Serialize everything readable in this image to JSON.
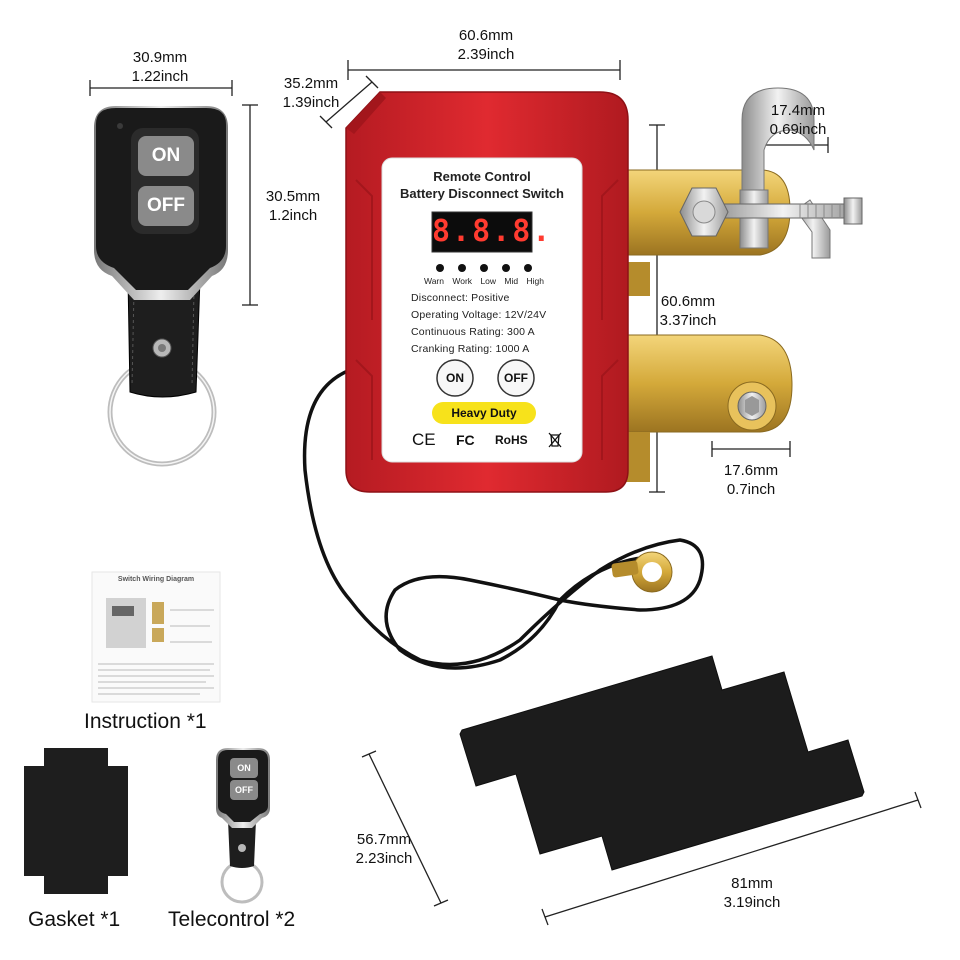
{
  "dimensions": {
    "remote_width": {
      "mm": "30.9mm",
      "inch": "1.22inch"
    },
    "remote_height": {
      "mm": "30.5mm",
      "inch": "1.2inch"
    },
    "switch_width": {
      "mm": "60.6mm",
      "inch": "2.39inch"
    },
    "switch_depth": {
      "mm": "35.2mm",
      "inch": "1.39inch"
    },
    "clamp_width": {
      "mm": "17.4mm",
      "inch": "0.69inch"
    },
    "switch_height": {
      "mm": "60.6mm",
      "inch": "3.37inch"
    },
    "terminal_width": {
      "mm": "17.6mm",
      "inch": "0.7inch"
    },
    "gasket_height": {
      "mm": "56.7mm",
      "inch": "2.23inch"
    },
    "gasket_width": {
      "mm": "81mm",
      "inch": "3.19inch"
    }
  },
  "remote": {
    "on_label": "ON",
    "off_label": "OFF"
  },
  "panel": {
    "title_line1": "Remote Control",
    "title_line2": "Battery Disconnect Switch",
    "display_digits": "8.8.8.",
    "indicators": [
      "Warn",
      "Work",
      "Low",
      "Mid",
      "High"
    ],
    "specs": [
      "Disconnect: Positive",
      "Operating Voltage: 12V/24V",
      "Continuous Rating: 300 A",
      "Cranking Rating: 1000 A"
    ],
    "on_label": "ON",
    "off_label": "OFF",
    "badge": "Heavy Duty",
    "certs": [
      "CE",
      "FC",
      "RoHS",
      "WEEE-icon"
    ]
  },
  "instruction_sheet": {
    "title": "Switch Wiring Diagram"
  },
  "items": {
    "instruction": "Instruction *1",
    "gasket": "Gasket *1",
    "telecontrol": "Telecontrol *2"
  },
  "colors": {
    "housing_red": "#d8232a",
    "brass": "#d4a93a",
    "gasket": "#1c1c1c",
    "badge_yellow": "#f7e21b"
  }
}
